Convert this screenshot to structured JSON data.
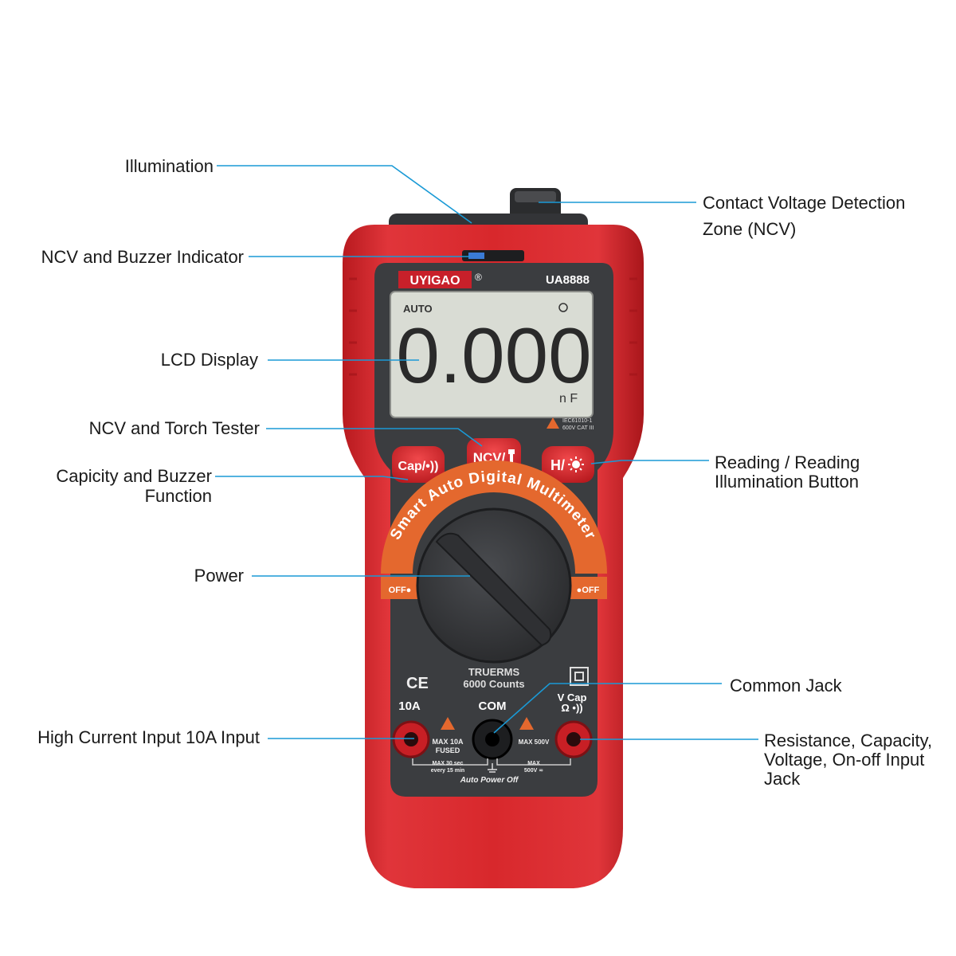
{
  "callouts": {
    "illumination": "Illumination",
    "ncv_buzzer_indicator": "NCV and Buzzer Indicator",
    "lcd_display": "LCD Display",
    "ncv_torch_tester": "NCV and Torch Tester",
    "capacity_buzzer_line1": "Capicity and Buzzer",
    "capacity_buzzer_line2": "Function",
    "power": "Power",
    "high_current_input": "High Current Input 10A Input",
    "contact_voltage_line1": "Contact Voltage Detection",
    "contact_voltage_line2": "Zone (NCV)",
    "reading_illum_line1": "Reading / Reading",
    "reading_illum_line2": "Illumination Button",
    "common_jack": "Common Jack",
    "resistance_line1": "Resistance, Capacity,",
    "resistance_line2": "Voltage, On-off Input",
    "resistance_line3": "Jack"
  },
  "device": {
    "brand": "UYIGAO",
    "registered": "®",
    "model": "UA8888",
    "lcd_mode": "AUTO",
    "lcd_reading": "0.000",
    "lcd_unit": "n F",
    "safety_line1": "IEC61010-1",
    "safety_line2": "600V CAT III",
    "btn_cap": "Cap/•))",
    "btn_ncv": "NCV/",
    "btn_hold": "H/",
    "dial_arc_text": "Smart Auto Digital Multimeter",
    "off_left": "OFF●",
    "off_right": "●OFF",
    "truerms": "TRUERMS",
    "counts": "6000 Counts",
    "ce": "CE",
    "jack_10a": "10A",
    "jack_com": "COM",
    "jack_v_line1": "V Cap",
    "jack_v_line2": "Ω •))",
    "fuse_line1": "MAX 10A",
    "fuse_line2": "FUSED",
    "max500": "MAX 500V",
    "max30_line1": "MAX 30 sec",
    "max30_line2": "every 15 min",
    "max500b_line1": "MAX",
    "max500b_line2": "500V ≂",
    "auto_power_off": "Auto Power Off"
  },
  "colors": {
    "leader": "#1a9ad6",
    "body_red": "#d8282c",
    "panel_dark": "#3b3d40",
    "lcd": "#d9dcd4",
    "dial_ring": "#e4682e"
  }
}
